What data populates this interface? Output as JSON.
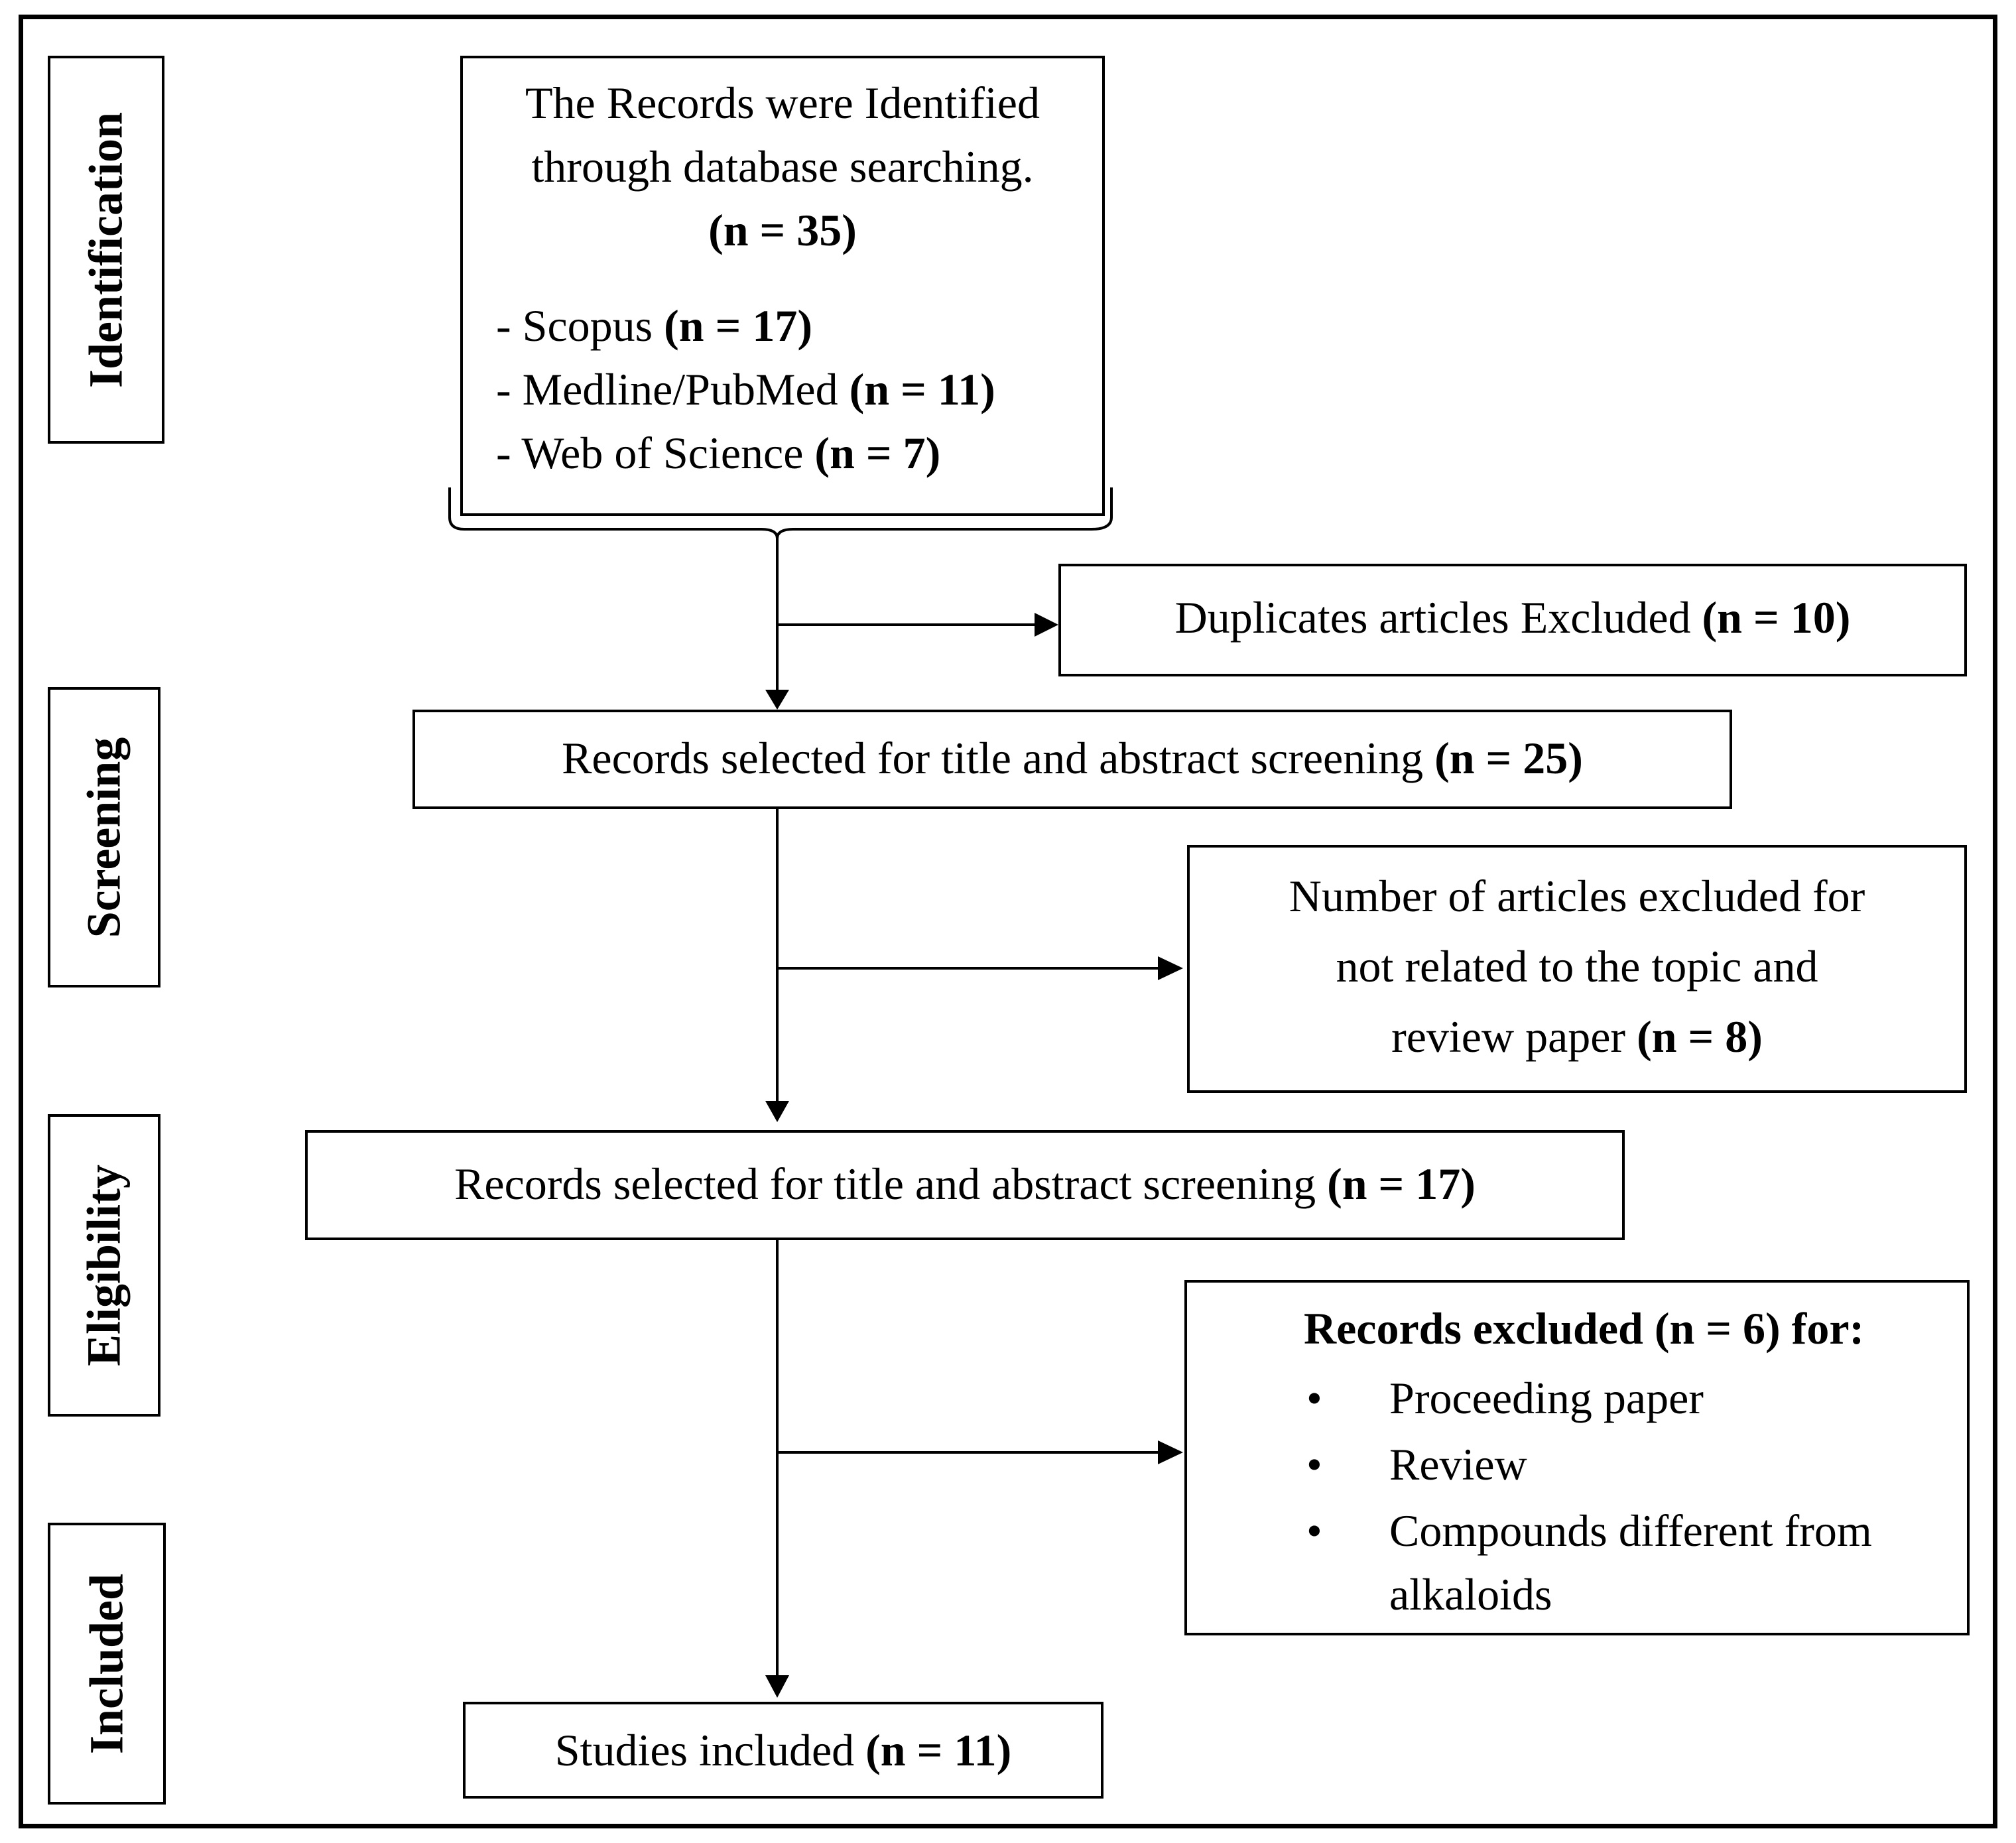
{
  "stages": {
    "identification": "Identification",
    "screening": "Screening",
    "eligibility": "Eligibility",
    "included": "Included"
  },
  "identification_box": {
    "line1": "The Records were Identified",
    "line2": "through database searching.",
    "total": "(n = 35)",
    "sources": [
      {
        "prefix": "- Scopus ",
        "count": "(n = 17)"
      },
      {
        "prefix": "- Medline/PubMed ",
        "count": "(n = 11)"
      },
      {
        "prefix": "- Web of Science ",
        "count": "(n = 7)"
      }
    ]
  },
  "duplicates_box": {
    "text": "Duplicates articles  Excluded ",
    "count": "(n = 10)"
  },
  "screening_box": {
    "text": "Records selected  for title and abstract  screening ",
    "count": "(n = 25)"
  },
  "excluded_topic_box": {
    "line1": "Number of articles  excluded for",
    "line2": "not related  to the topic and",
    "line3": "review paper ",
    "count": "(n = 8)"
  },
  "eligibility_box": {
    "text": "Records selected  for title and abstract  screening ",
    "count": "(n = 17)"
  },
  "excluded_records_box": {
    "header": "Records excluded (n = 6) for:",
    "items": [
      "Proceeding paper",
      "Review",
      "Compounds different from",
      "alkaloids"
    ]
  },
  "included_box": {
    "text": "Studies included ",
    "count": "(n = 11)"
  }
}
